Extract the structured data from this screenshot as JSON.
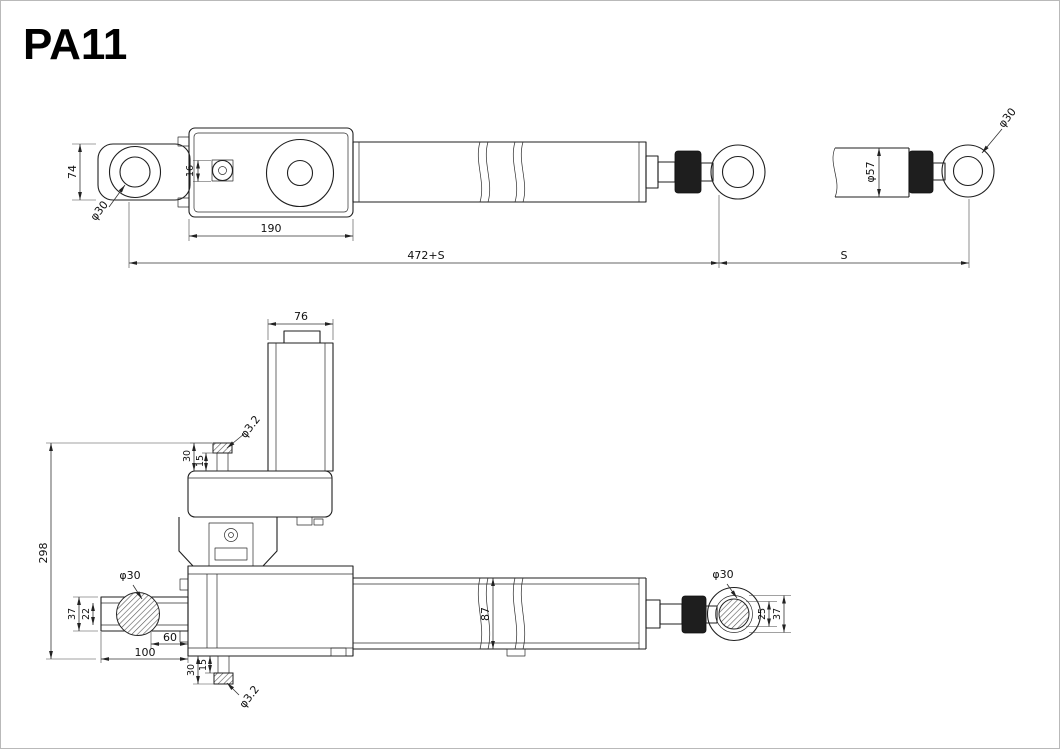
{
  "title": "PA11",
  "side_view": {
    "dim_height": "74",
    "dim_eye_dia": "φ30",
    "dim_pin": "16",
    "dim_gearbox_len": "190",
    "dim_retracted_len": "472+S",
    "dim_stroke": "S",
    "dim_tube_dia": "φ57",
    "dim_rod_eye_dia": "φ30"
  },
  "plan_view": {
    "dim_motor_w": "76",
    "dim_screw_top": "φ3.2",
    "dim_screw_top_a": "30",
    "dim_screw_top_b": "15",
    "dim_total_h": "298",
    "dim_pin_left": "φ30",
    "dim_left_a": "37",
    "dim_left_b": "22",
    "dim_mount_a": "60",
    "dim_mount_b": "100",
    "dim_body_h": "87",
    "dim_pin_right": "φ30",
    "dim_right_a": "25",
    "dim_right_b": "37",
    "dim_screw_bot_a": "30",
    "dim_screw_bot_b": "15",
    "dim_screw_bot": "φ3.2"
  }
}
